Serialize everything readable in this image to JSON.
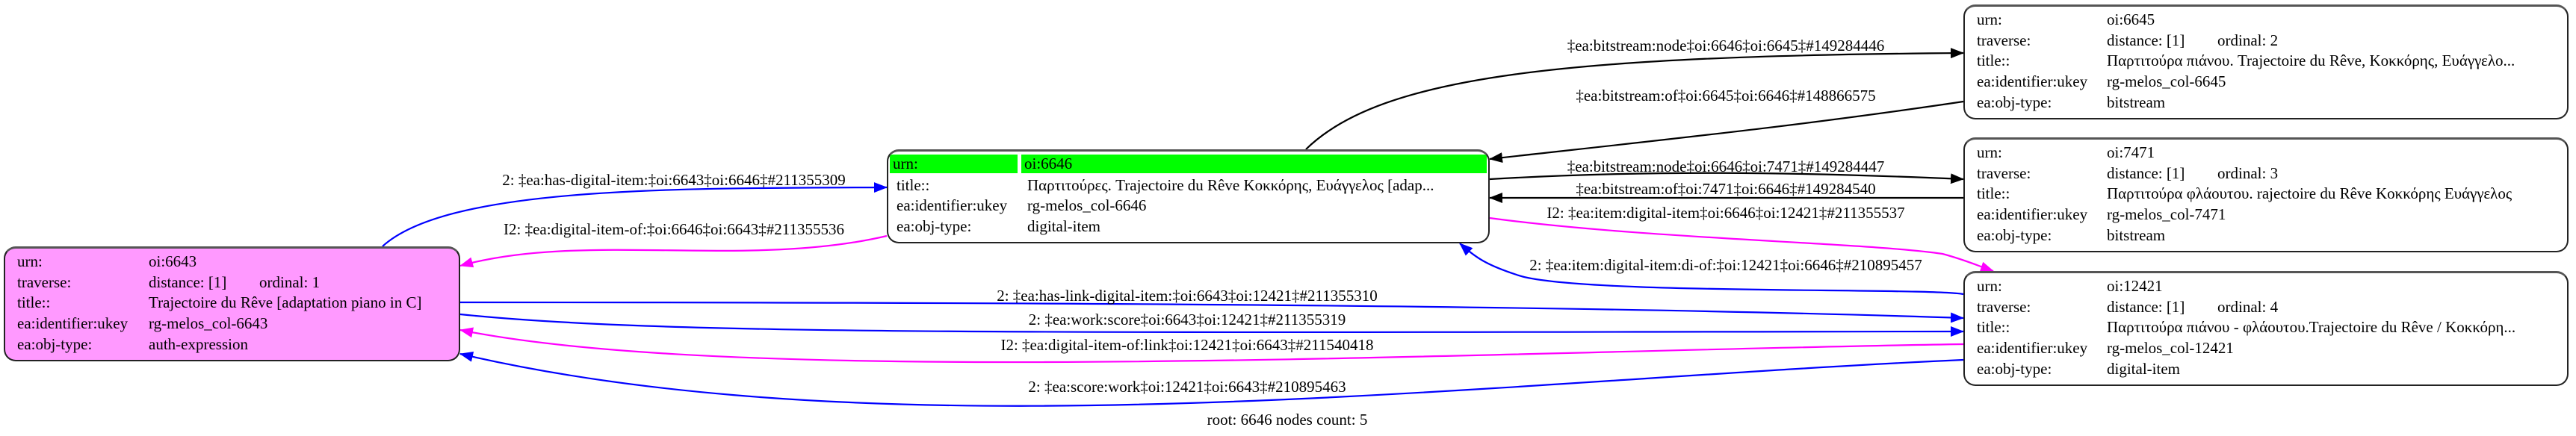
{
  "colors": {
    "root_highlight": "#00ff00",
    "start_node": "#ff99ff",
    "edge_black": "#000000",
    "edge_blue": "#0000ff",
    "edge_magenta": "#ff00ff"
  },
  "nodes": {
    "n6643": {
      "urn_k": "urn:",
      "urn": "oi:6643",
      "traverse_k": "traverse:",
      "distance": "distance: [1]",
      "ordinal": "ordinal: 1",
      "title_k": "title::",
      "title": "Trajectoire du Rêve [adaptation piano in C]",
      "ukey_k": "ea:identifier:ukey",
      "ukey": "rg-melos_col-6643",
      "type_k": "ea:obj-type:",
      "type": "auth-expression"
    },
    "n6646": {
      "urn_k": "urn:",
      "urn": "oi:6646",
      "title_k": "title::",
      "title": "Παρτιτούρες. Trajectoire du Rêve Κοκκόρης, Ευάγγελος [adap...",
      "ukey_k": "ea:identifier:ukey",
      "ukey": "rg-melos_col-6646",
      "type_k": "ea:obj-type:",
      "type": "digital-item"
    },
    "n6645": {
      "urn_k": "urn:",
      "urn": "oi:6645",
      "traverse_k": "traverse:",
      "distance": "distance: [1]",
      "ordinal": "ordinal: 2",
      "title_k": "title::",
      "title": "Παρτιτούρα πιάνου. Trajectoire du Rêve, Κοκκόρης, Ευάγγελο...",
      "ukey_k": "ea:identifier:ukey",
      "ukey": "rg-melos_col-6645",
      "type_k": "ea:obj-type:",
      "type": "bitstream"
    },
    "n7471": {
      "urn_k": "urn:",
      "urn": "oi:7471",
      "traverse_k": "traverse:",
      "distance": "distance: [1]",
      "ordinal": "ordinal: 3",
      "title_k": "title::",
      "title": "Παρτιτούρα φλάουτου. rajectoire du Rêve Κοκκόρης Ευάγγελος",
      "ukey_k": "ea:identifier:ukey",
      "ukey": "rg-melos_col-7471",
      "type_k": "ea:obj-type:",
      "type": "bitstream"
    },
    "n12421": {
      "urn_k": "urn:",
      "urn": "oi:12421",
      "traverse_k": "traverse:",
      "distance": "distance: [1]",
      "ordinal": "ordinal: 4",
      "title_k": "title::",
      "title": "Παρτιτούρα πιάνου - φλάουτου.Trajectoire du Rêve / Κοκκόρη...",
      "ukey_k": "ea:identifier:ukey",
      "ukey": "rg-melos_col-12421",
      "type_k": "ea:obj-type:",
      "type": "digital-item"
    }
  },
  "edges": [
    {
      "label": "‡ea:bitstream:node‡oi:6646‡oi:6645‡#149284446",
      "color": "#000000"
    },
    {
      "label": "‡ea:bitstream:of‡oi:6645‡oi:6646‡#148866575",
      "color": "#000000"
    },
    {
      "label": "‡ea:bitstream:node‡oi:6646‡oi:7471‡#149284447",
      "color": "#000000"
    },
    {
      "label": "‡ea:bitstream:of‡oi:7471‡oi:6646‡#149284540",
      "color": "#000000"
    },
    {
      "label": "I2: ‡ea:item:digital-item‡oi:6646‡oi:12421‡#211355537",
      "color": "#ff00ff"
    },
    {
      "label": "2: ‡ea:item:digital-item:di-of:‡oi:12421‡oi:6646‡#210895457",
      "color": "#0000ff"
    },
    {
      "label": "2: ‡ea:has-digital-item:‡oi:6643‡oi:6646‡#211355309",
      "color": "#0000ff"
    },
    {
      "label": "I2: ‡ea:digital-item-of:‡oi:6646‡oi:6643‡#211355536",
      "color": "#ff00ff"
    },
    {
      "label": "2: ‡ea:has-link-digital-item:‡oi:6643‡oi:12421‡#211355310",
      "color": "#0000ff"
    },
    {
      "label": "2: ‡ea:work:score‡oi:6643‡oi:12421‡#211355319",
      "color": "#0000ff"
    },
    {
      "label": "I2: ‡ea:digital-item-of:link‡oi:12421‡oi:6643‡#211540418",
      "color": "#ff00ff"
    },
    {
      "label": "2: ‡ea:score:work‡oi:12421‡oi:6643‡#210895463",
      "color": "#0000ff"
    }
  ],
  "footer": "root: 6646 nodes count: 5"
}
